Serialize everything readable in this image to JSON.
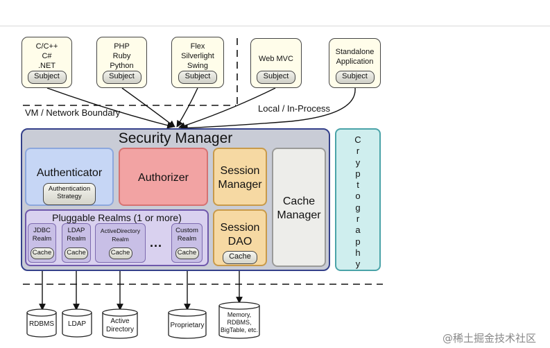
{
  "clients": [
    {
      "lines": [
        "C/C++",
        "C#",
        ".NET"
      ],
      "subject": "Subject"
    },
    {
      "lines": [
        "PHP",
        "Ruby",
        "Python"
      ],
      "subject": "Subject"
    },
    {
      "lines": [
        "Flex",
        "Silverlight",
        "Swing"
      ],
      "subject": "Subject"
    },
    {
      "lines": [
        "Web MVC"
      ],
      "subject": "Subject"
    },
    {
      "lines": [
        "Standalone",
        "Application"
      ],
      "subject": "Subject"
    }
  ],
  "boundaries": {
    "vm_network": "VM / Network Boundary",
    "local": "Local / In-Process"
  },
  "security_manager": {
    "title": "Security Manager",
    "authenticator": "Authenticator",
    "authentication_strategy": [
      "Authentication",
      "Strategy"
    ],
    "authorizer": "Authorizer",
    "session_manager": [
      "Session",
      "Manager"
    ],
    "session_dao": [
      "Session",
      "DAO"
    ],
    "session_dao_cache": "Cache",
    "cache_manager": [
      "Cache",
      "Manager"
    ],
    "pluggable_realms": "Pluggable Realms (1 or more)",
    "realms": [
      {
        "lines": [
          "JDBC",
          "Realm"
        ],
        "cache": "Cache"
      },
      {
        "lines": [
          "LDAP",
          "Realm"
        ],
        "cache": "Cache"
      },
      {
        "lines": [
          "ActiveDirectory",
          "Realm"
        ],
        "cache": "Cache"
      },
      {
        "lines": [
          "Custom",
          "Realm"
        ],
        "cache": "Cache"
      }
    ],
    "ellipsis": "..."
  },
  "cryptography": [
    "C",
    "r",
    "y",
    "p",
    "t",
    "o",
    "g",
    "r",
    "a",
    "p",
    "h",
    "y"
  ],
  "datastores": [
    {
      "lines": [
        "RDBMS"
      ]
    },
    {
      "lines": [
        "LDAP"
      ]
    },
    {
      "lines": [
        "Active",
        "Directory"
      ]
    },
    {
      "lines": [
        "Proprietary"
      ]
    },
    {
      "lines": [
        "Memory,",
        "RDBMS,",
        "BigTable, etc."
      ]
    }
  ],
  "watermark": "@稀土掘金技术社区"
}
